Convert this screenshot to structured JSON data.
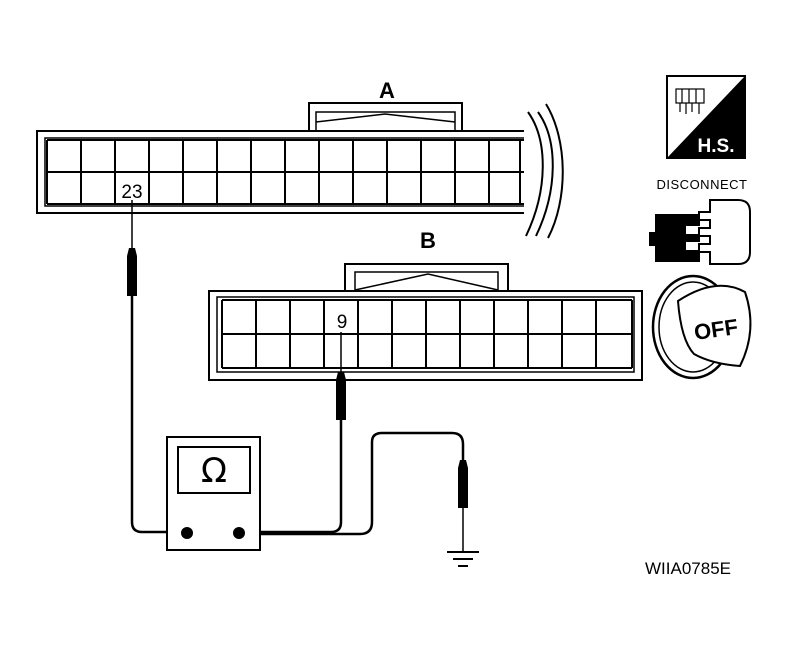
{
  "connector_a": {
    "label": "A",
    "pin_label": "23"
  },
  "connector_b": {
    "label": "B",
    "pin_label": "9"
  },
  "ohmmeter": {
    "symbol": "Ω"
  },
  "icons": {
    "hs_label": "H.S.",
    "disconnect_label": "DISCONNECT",
    "ignition_label": "OFF"
  },
  "reference_code": "WIIA0785E"
}
